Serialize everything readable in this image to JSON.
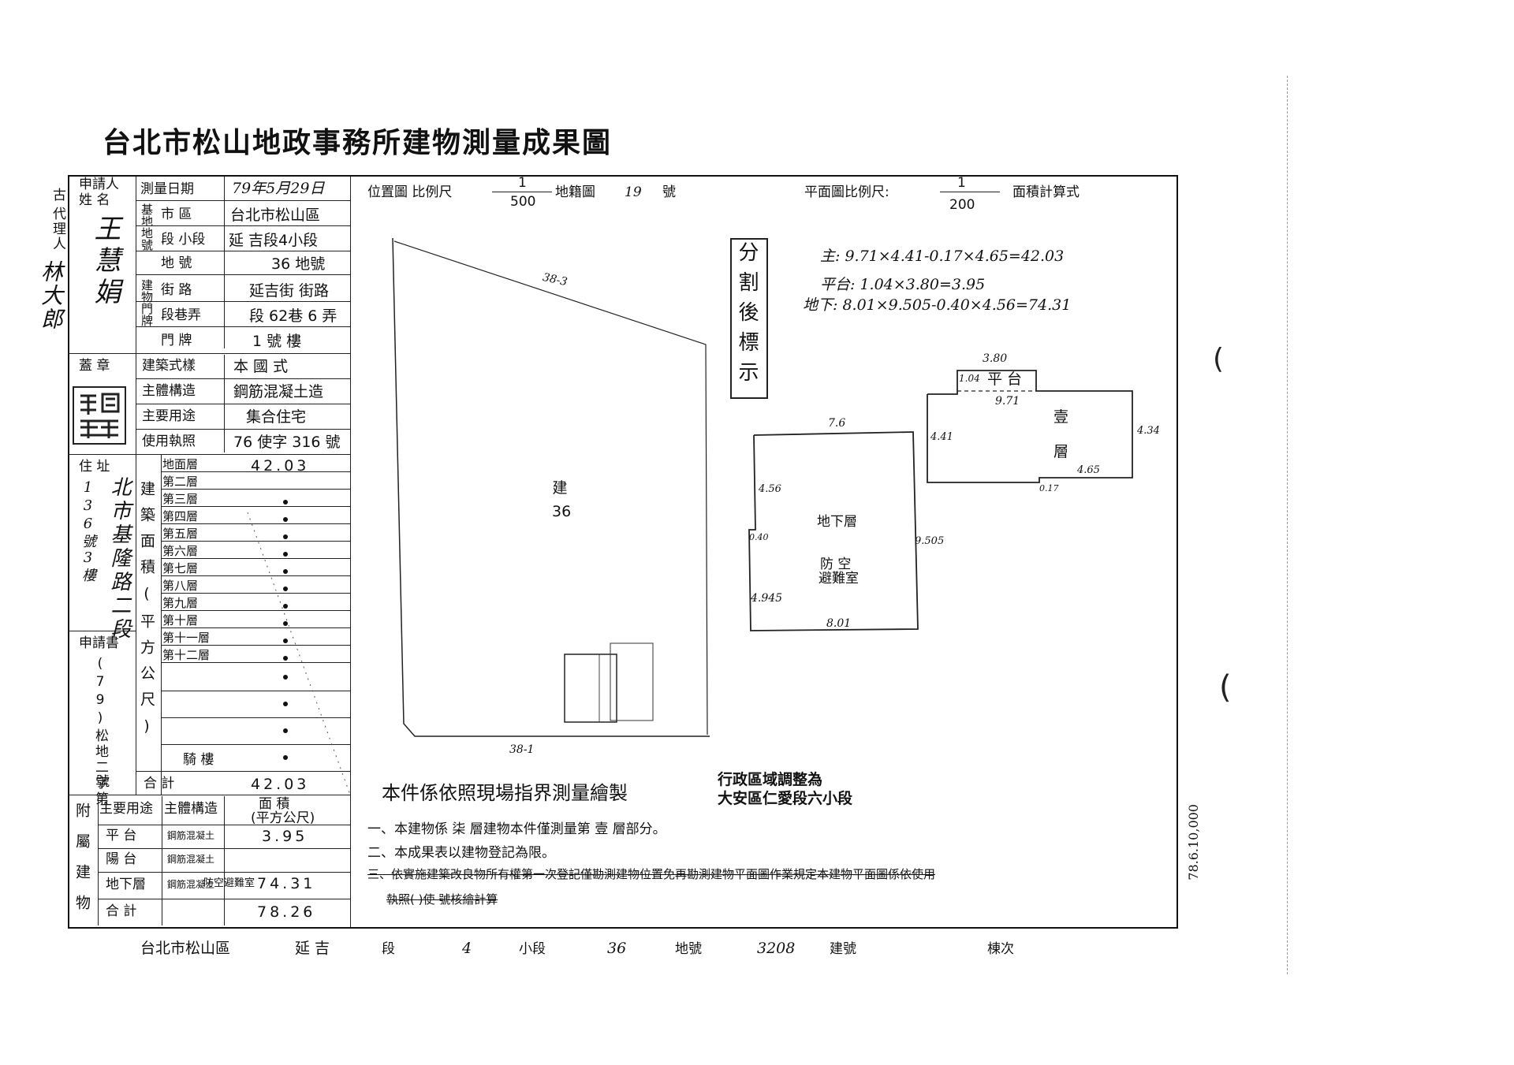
{
  "title": "台北市松山地政事務所建物測量成果圖",
  "agent": {
    "label": "代理人",
    "name": "林大郎",
    "office": "古"
  },
  "applicant": {
    "label_top": "申請人",
    "label_bottom": "姓 名",
    "name": "王慧娟"
  },
  "survey_date": {
    "label": "測量日期",
    "value": "79年5月29日"
  },
  "site": {
    "label": "基地地號",
    "district_label": "市 區",
    "district": "台北市松山區",
    "section_label": "段 小段",
    "section": "延 吉段4小段",
    "lot_label": "地 號",
    "lot": "36 地號"
  },
  "door": {
    "label": "建物門牌",
    "street_label": "街 路",
    "street": "延吉街 街路",
    "lane_label": "段巷弄",
    "lane": "段 62巷 6 弄",
    "number_label": "門 牌",
    "number": "1 號 樓"
  },
  "seal": {
    "label": "蓋 章"
  },
  "building": {
    "style_label": "建築式樣",
    "style": "本 國 式",
    "structure_label": "主體構造",
    "structure": "鋼筋混凝土造",
    "use_label": "主要用途",
    "use": "集合住宅",
    "permit_label": "使用執照",
    "permit": "76 使字 316 號"
  },
  "address": {
    "label": "住 址",
    "value": "北市基隆路二段",
    "detail": "136號3樓"
  },
  "request": {
    "label": "申請書",
    "value": "(79)松地二字第",
    "suffix": "號"
  },
  "area_label": "建築面積(平方公尺)",
  "floors": [
    {
      "label": "地面層",
      "value": "42.03"
    },
    {
      "label": "第二層",
      "value": "."
    },
    {
      "label": "第三層",
      "value": "."
    },
    {
      "label": "第四層",
      "value": "."
    },
    {
      "label": "第五層",
      "value": "."
    },
    {
      "label": "第六層",
      "value": "."
    },
    {
      "label": "第七層",
      "value": "."
    },
    {
      "label": "第八層",
      "value": "."
    },
    {
      "label": "第九層",
      "value": "."
    },
    {
      "label": "第十層",
      "value": "."
    },
    {
      "label": "第十一層",
      "value": "."
    },
    {
      "label": "第十二層",
      "value": "."
    }
  ],
  "arcade": {
    "label": "騎 樓"
  },
  "total": {
    "label": "合 計",
    "value": "42.03"
  },
  "annex": {
    "label": "附屬建物",
    "headers": [
      "主要用途",
      "主體構造",
      "面 積",
      "(平方公尺)"
    ],
    "rows": [
      {
        "use": "平 台",
        "structure": "鋼筋混凝土",
        "area": "3.95"
      },
      {
        "use": "陽 台",
        "structure": "鋼筋混凝土",
        "area": ""
      },
      {
        "use": "地下層",
        "structure": "鋼筋混凝土",
        "area": "74.31",
        "note": "防空避難室"
      }
    ],
    "total_label": "合 計",
    "total": "78.26"
  },
  "location": {
    "label": "位置圖 比例尺",
    "scale_num": "1",
    "scale_den": "500",
    "map_label": "地籍圖",
    "map_no": "19",
    "map_suffix": "號",
    "lot_mark": "建 36",
    "lot_a": "38-3",
    "lot_b": "38-1"
  },
  "stamp": {
    "text": "分割後標示"
  },
  "plan": {
    "label": "平面圖比例尺:",
    "scale_num": "1",
    "scale_den": "200",
    "calc_label": "面積計算式"
  },
  "calc": [
    "主: 9.71×4.41-0.17×4.65=42.03",
    "平台: 1.04×3.80=3.95",
    "地下: 8.01×9.505-0.40×4.56=74.31"
  ],
  "plan_labels": {
    "platform": "平 台",
    "first": "壹",
    "floor": "層",
    "basement": "地下層",
    "shelter_a": "防 空",
    "shelter_b": "避難室",
    "d380": "3.80",
    "d104": "1.04",
    "d971": "9.71",
    "d441": "4.41",
    "d434": "4.34",
    "d465": "4.65",
    "d017": "0.17",
    "d76": "7.6",
    "d456": "4.56",
    "d040": "0.40",
    "d9505": "9.505",
    "d4945": "4.945",
    "d801": "8.01"
  },
  "notes": {
    "main": "本件係依照現場指界測量繪製",
    "region_a": "行政區域調整為",
    "region_b": "大安區仁愛段六小段",
    "n1": "一、本建物係 柒 層建物本件僅測量第 壹 層部分。",
    "n2": "二、本成果表以建物登記為限。",
    "n3": "三、依實施建築改良物所有權第一次登記僅勘測建物位置免再勘測建物平面圖作業規定本建物平面圖係依使用",
    "n4": "執照(   )使       號核繪計算"
  },
  "side_print": "78.6.10,000",
  "footer": {
    "district": "台北市松山區",
    "section": "延 吉",
    "section_suffix": "段",
    "subsection": "4",
    "subsection_suffix": "小段",
    "lot": "36",
    "lot_suffix": "地號",
    "bno": "3208",
    "bno_suffix": "建號",
    "unit_label": "棟次"
  }
}
